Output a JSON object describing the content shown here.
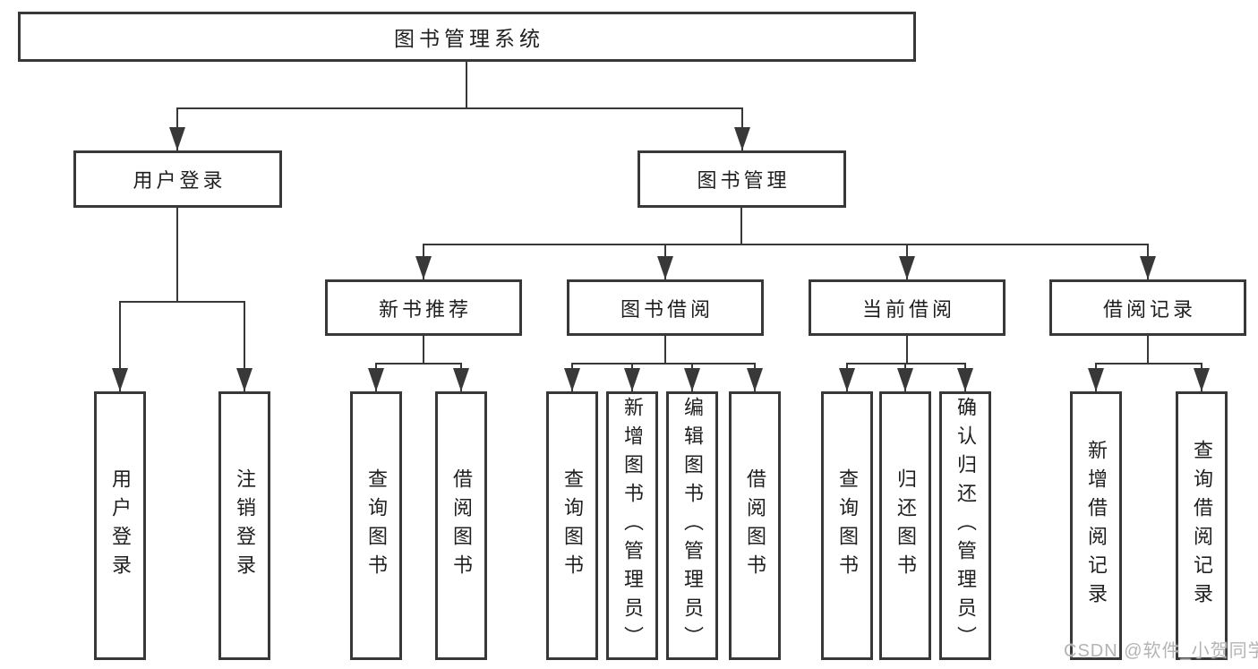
{
  "diagram": {
    "root": {
      "label": "图书管理系统"
    },
    "branches": [
      {
        "label": "用户登录",
        "children": [
          {
            "label": "用户登录"
          },
          {
            "label": "注销登录"
          }
        ]
      },
      {
        "label": "图书管理",
        "children": [
          {
            "label": "新书推荐",
            "children": [
              {
                "label": "查询图书"
              },
              {
                "label": "借阅图书"
              }
            ]
          },
          {
            "label": "图书借阅",
            "children": [
              {
                "label": "查询图书"
              },
              {
                "label": "新增图书（管理员）"
              },
              {
                "label": "编辑图书（管理员）"
              },
              {
                "label": "借阅图书"
              }
            ]
          },
          {
            "label": "当前借阅",
            "children": [
              {
                "label": "查询图书"
              },
              {
                "label": "归还图书"
              },
              {
                "label": "确认归还（管理员）"
              }
            ]
          },
          {
            "label": "借阅记录",
            "children": [
              {
                "label": "新增借阅记录"
              },
              {
                "label": "查询借阅记录"
              }
            ]
          }
        ]
      }
    ]
  },
  "watermark": {
    "text": "CSDN @软件_小贺同学"
  },
  "colors": {
    "line": "#383838",
    "text": "#1f1f1f",
    "watermark": "#b4b4b4",
    "background": "#ffffff"
  }
}
